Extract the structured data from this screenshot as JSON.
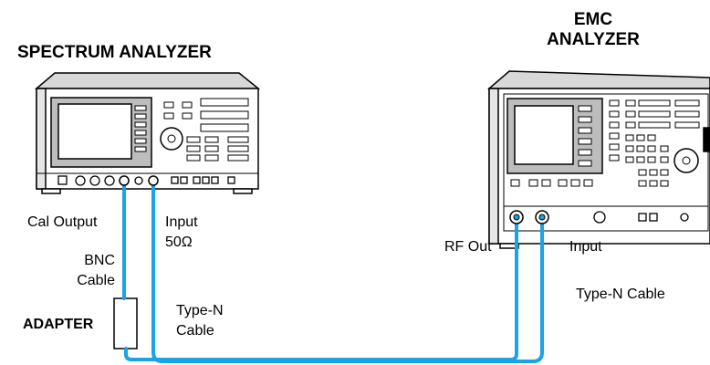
{
  "spectrum_analyzer": {
    "title": "SPECTRUM ANALYZER",
    "cal_output_label": "Cal Output",
    "input_label": "Input",
    "impedance_label": "50Ω"
  },
  "emc_analyzer": {
    "title_line1": "EMC",
    "title_line2": "ANALYZER",
    "rf_out_label": "RF Out",
    "input_label": "Input"
  },
  "bnc_cable": {
    "line1": "BNC",
    "line2": "Cable"
  },
  "adapter": {
    "label": "ADAPTER"
  },
  "type_n_cable_left": {
    "line1": "Type-N",
    "line2": "Cable"
  },
  "type_n_cable_right": {
    "label": "Type-N Cable"
  },
  "colors": {
    "cable": "#1aa3e6",
    "instrument_body": "#ffffff",
    "outline": "#000000",
    "panel_shade": "#d0d0d0",
    "screen_shade": "#c8c8c8"
  }
}
